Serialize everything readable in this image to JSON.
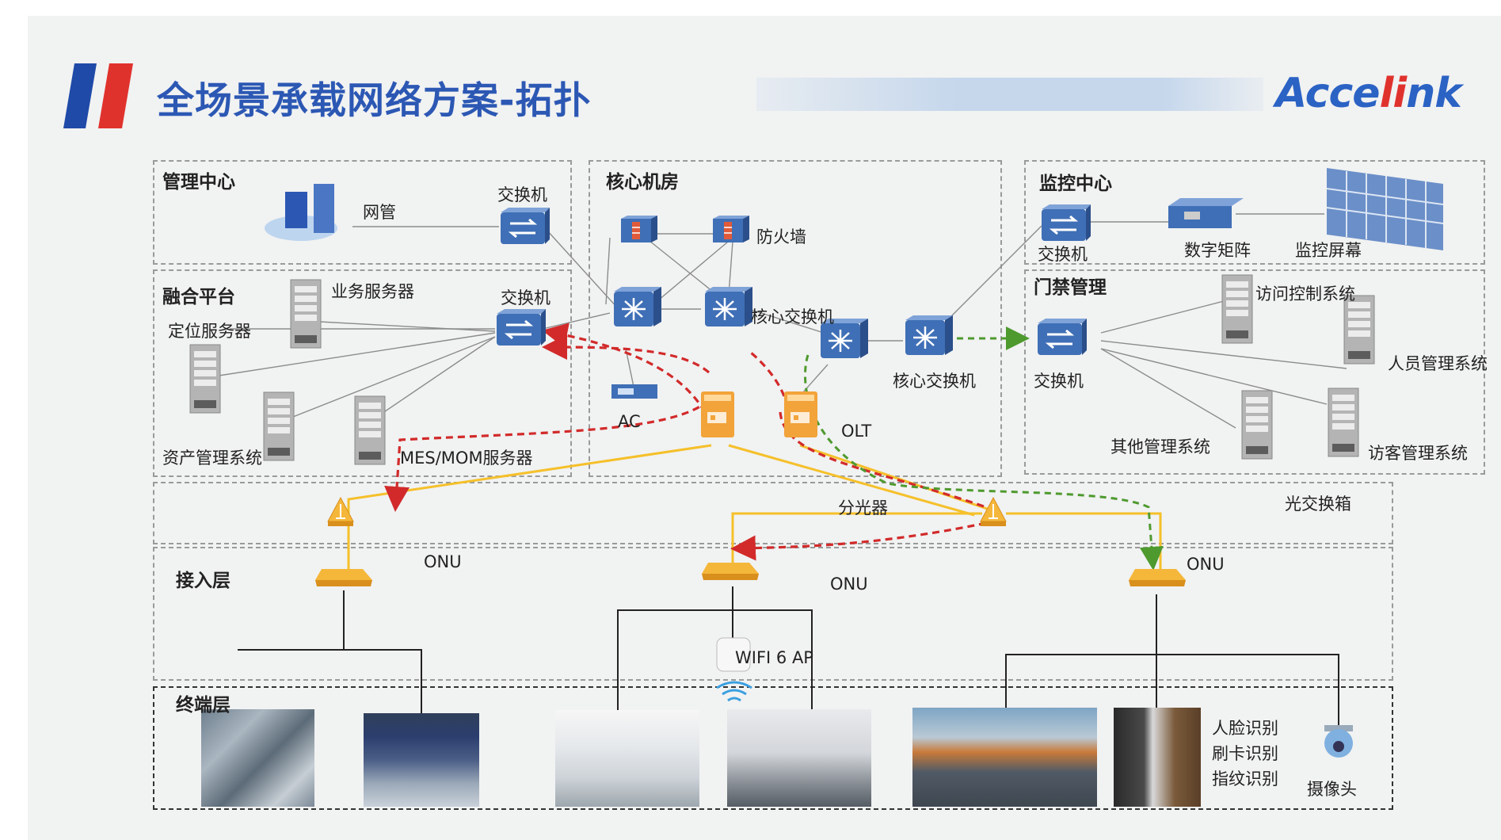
{
  "title": "全场景承载网络方案-拓扑",
  "brand": {
    "prefix": "Acce",
    "highlight": "li",
    "suffix": "nk"
  },
  "zones": {
    "management": "管理中心",
    "core_room": "核心机房",
    "monitor": "监控中心",
    "fusion": "融合平台",
    "access_ctrl": "门禁管理",
    "optical": "光交换箱",
    "access_layer": "接入层",
    "terminal_layer": "终端层"
  },
  "labels": {
    "netmgr": "网管",
    "switch_mgmt": "交换机",
    "firewall": "防火墙",
    "core_switch_1": "核心交换机",
    "core_switch_2": "核心交换机",
    "switch_monitor": "交换机",
    "digital_matrix": "数字矩阵",
    "monitor_screen": "监控屏幕",
    "biz_server": "业务服务器",
    "loc_server": "定位服务器",
    "switch_fusion": "交换机",
    "asset_system": "资产管理系统",
    "mes_server": "MES/MOM服务器",
    "ac": "AC",
    "olt": "OLT",
    "access_ctrl_sys": "访问控制系统",
    "personnel_sys": "人员管理系统",
    "switch_access": "交换机",
    "other_sys": "其他管理系统",
    "visitor_sys": "访客管理系统",
    "splitter": "分光器",
    "onu_left": "ONU",
    "onu_mid": "ONU",
    "onu_right": "ONU",
    "wifi_ap": "WIFI 6 AP",
    "face_id": "人脸识别",
    "card_id": "刷卡识别",
    "finger_id": "指纹识别",
    "camera": "摄像头"
  },
  "colors": {
    "title_blue": "#2c58b4",
    "bar_blue": "#1f4aa8",
    "bar_red": "#e0322d",
    "device_blue": "#3f6fb6",
    "orange": "#f2a33a",
    "yellow_fiber": "#f5c02a",
    "red_flow": "#d22a2a",
    "green_flow": "#4e9a2e"
  }
}
